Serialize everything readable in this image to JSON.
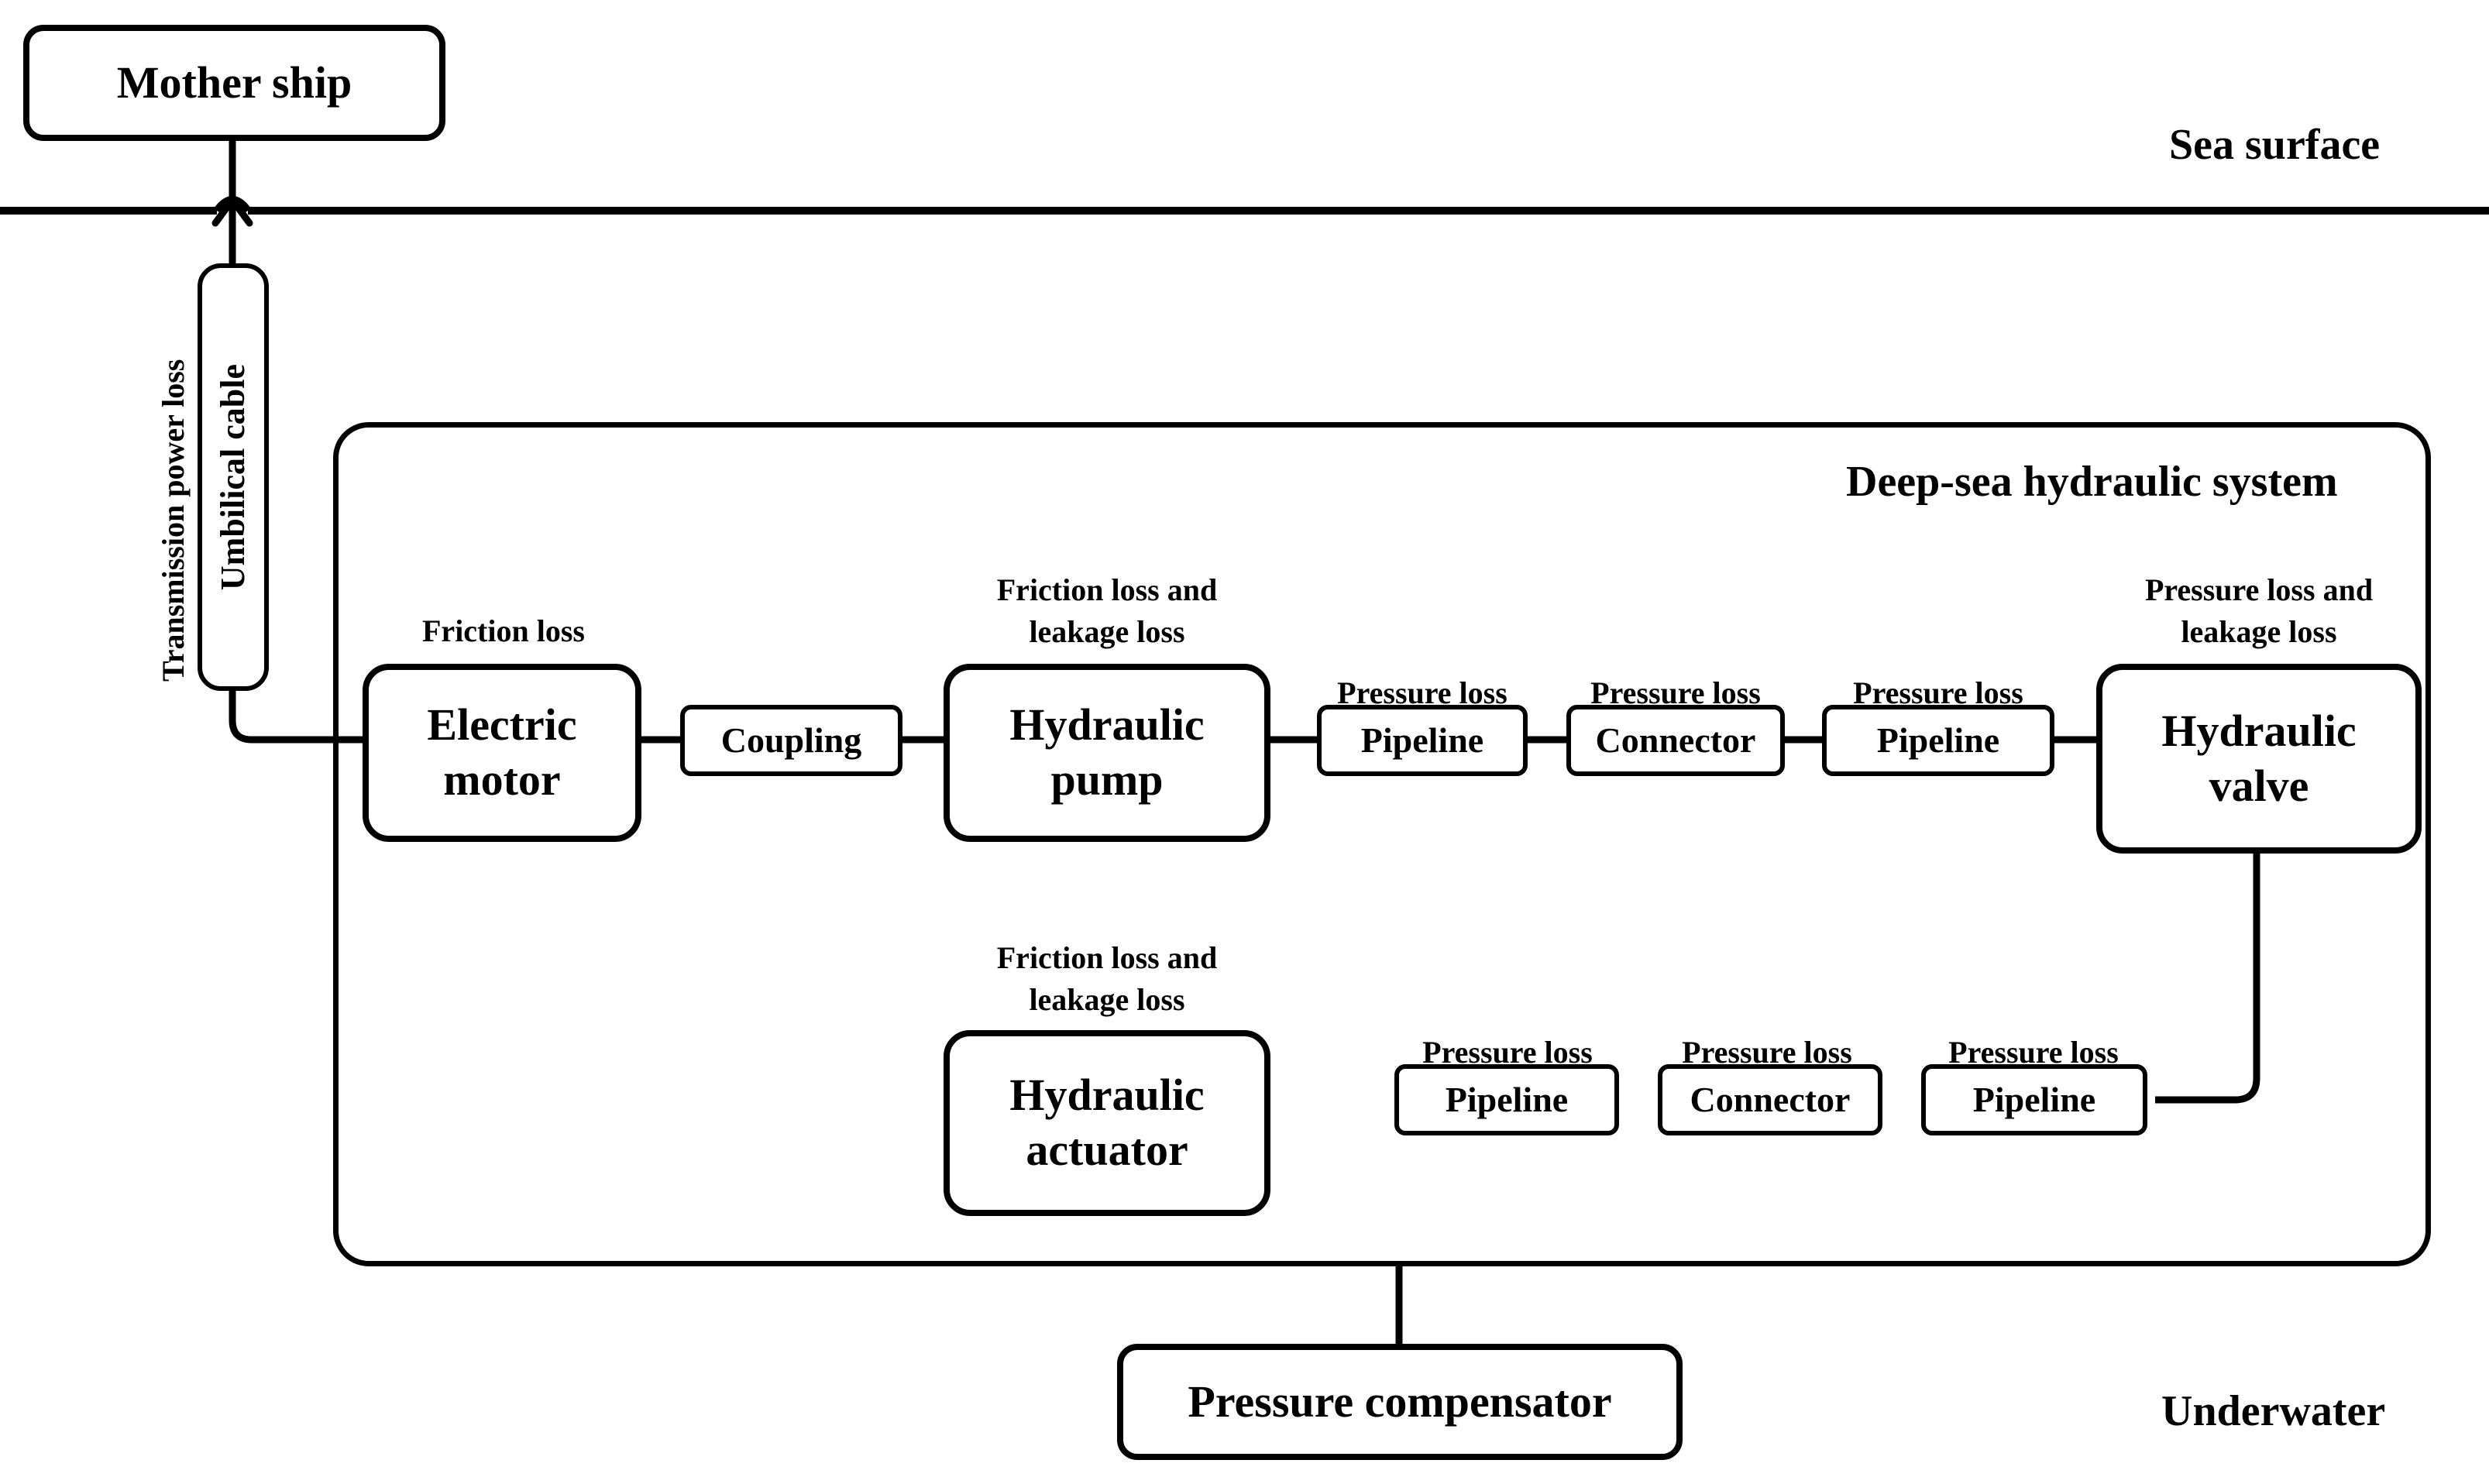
{
  "diagram": {
    "title_zones": {
      "sea_surface": "Sea surface",
      "system": "Deep-sea hydraulic system",
      "underwater": "Underwater"
    },
    "nodes": {
      "mother_ship": "Mother ship",
      "umbilical_cable": "Umbilical cable",
      "electric_motor": "Electric\nmotor",
      "coupling": "Coupling",
      "hydraulic_pump": "Hydraulic\npump",
      "pipeline_top_1": "Pipeline",
      "connector_top": "Connector",
      "pipeline_top_2": "Pipeline",
      "hydraulic_valve": "Hydraulic\nvalve",
      "hydraulic_actuator": "Hydraulic\nactuator",
      "pipeline_bottom_1": "Pipeline",
      "connector_bottom": "Connector",
      "pipeline_bottom_2": "Pipeline",
      "pressure_compensator": "Pressure compensator"
    },
    "loss_labels": {
      "transmission": "Transmission power loss",
      "motor": "Friction loss",
      "pump": "Friction loss and\nleakage loss",
      "pipeline_top_1": "Pressure loss",
      "connector_top": "Pressure loss",
      "pipeline_top_2": "Pressure loss",
      "valve": "Pressure loss and\nleakage loss",
      "actuator": "Friction loss and\nleakage loss",
      "pipeline_bottom_1": "Pressure loss",
      "connector_bottom": "Pressure loss",
      "pipeline_bottom_2": "Pressure loss"
    },
    "colors": {
      "stroke": "#000000",
      "background": "#ffffff"
    }
  }
}
